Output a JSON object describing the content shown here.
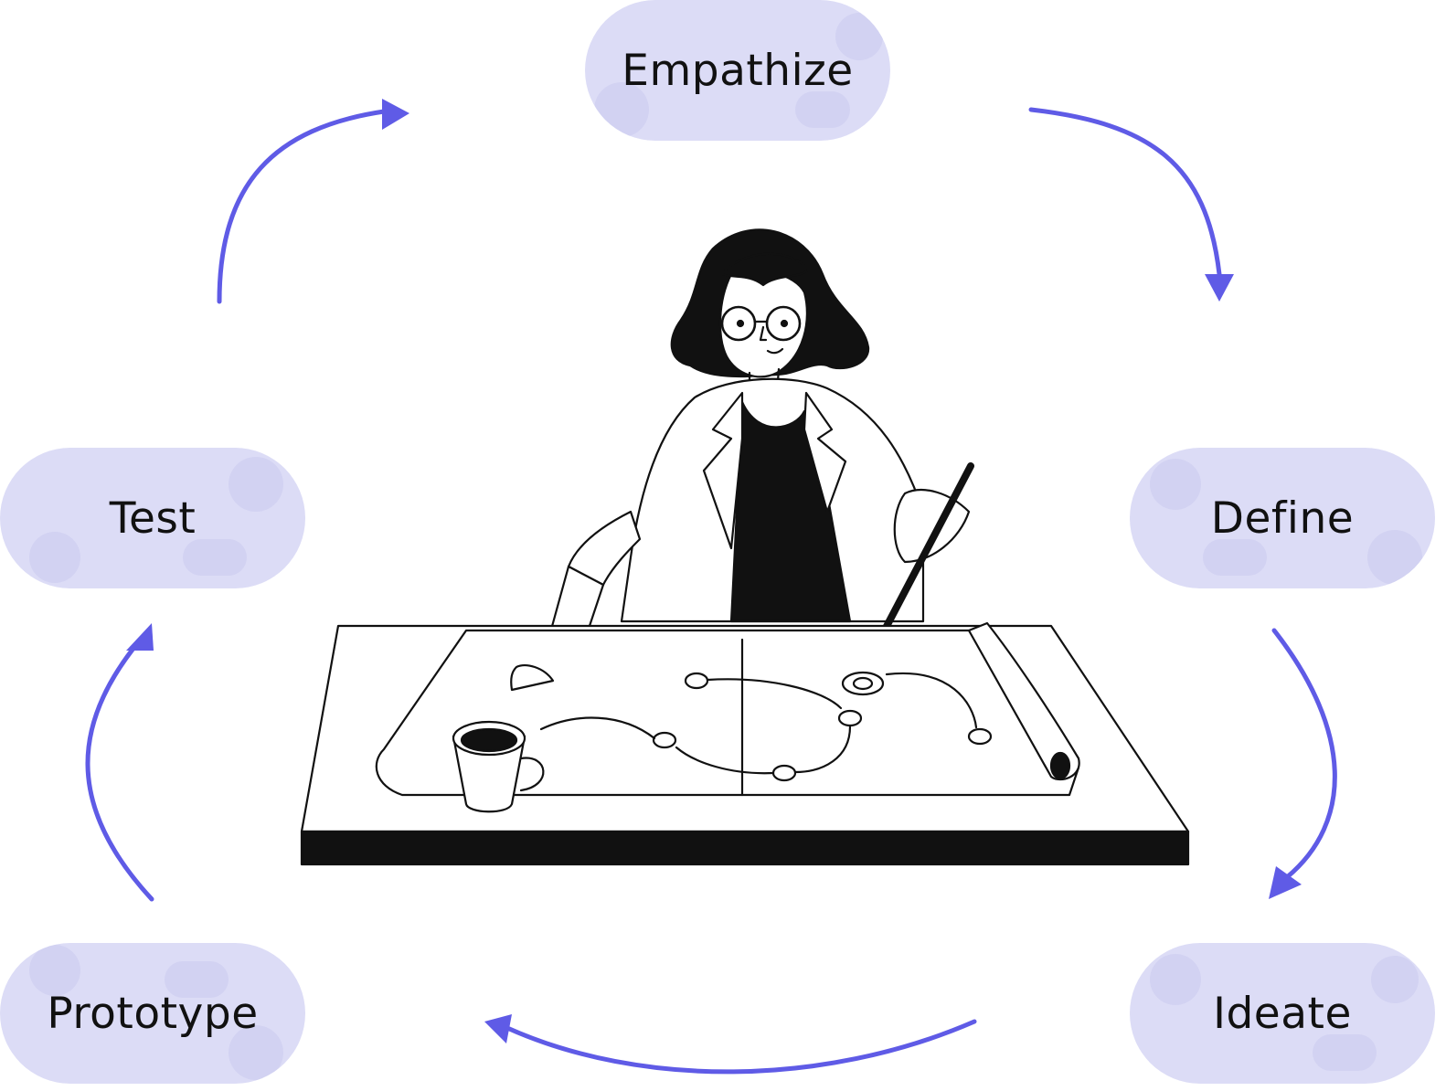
{
  "stages": {
    "empathize": "Empathize",
    "define": "Define",
    "ideate": "Ideate",
    "prototype": "Prototype",
    "test": "Test"
  },
  "colors": {
    "arrow": "#5f5be6",
    "pill": "#dcdcf6",
    "ink": "#111111"
  },
  "illustration": "woman-at-table-with-flow-map"
}
